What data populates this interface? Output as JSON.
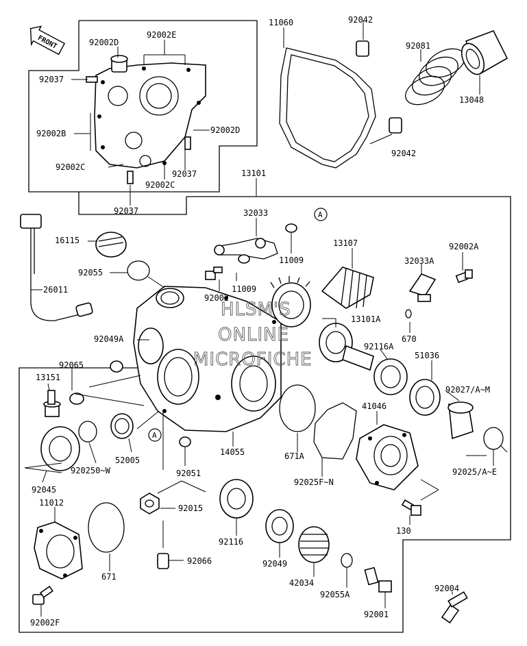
{
  "front_label": "FRONT",
  "ref_marker": "A",
  "watermark": [
    "HLSM'S",
    "ONLINE",
    "MICROFICHE"
  ],
  "labels": [
    {
      "id": "92002D",
      "text": "92002D"
    },
    {
      "id": "92002E",
      "text": "92002E"
    },
    {
      "id": "92037-a",
      "text": "92037"
    },
    {
      "id": "92002B",
      "text": "92002B"
    },
    {
      "id": "92002D-2",
      "text": "92002D"
    },
    {
      "id": "92002C-a",
      "text": "92002C"
    },
    {
      "id": "92037-b",
      "text": "92037"
    },
    {
      "id": "92002C-b",
      "text": "92002C"
    },
    {
      "id": "92037-c",
      "text": "92037"
    },
    {
      "id": "11060",
      "text": "11060"
    },
    {
      "id": "92042-a",
      "text": "92042"
    },
    {
      "id": "92081",
      "text": "92081"
    },
    {
      "id": "13048",
      "text": "13048"
    },
    {
      "id": "92042-b",
      "text": "92042"
    },
    {
      "id": "13101",
      "text": "13101"
    },
    {
      "id": "32033",
      "text": "32033"
    },
    {
      "id": "16115",
      "text": "16115"
    },
    {
      "id": "11009-a",
      "text": "11009"
    },
    {
      "id": "13107",
      "text": "13107"
    },
    {
      "id": "92002A",
      "text": "92002A"
    },
    {
      "id": "92055",
      "text": "92055"
    },
    {
      "id": "11009-b",
      "text": "11009"
    },
    {
      "id": "32033A",
      "text": "32033A"
    },
    {
      "id": "26011",
      "text": "26011"
    },
    {
      "id": "92002",
      "text": "92002"
    },
    {
      "id": "13101A",
      "text": "13101A"
    },
    {
      "id": "670",
      "text": "670"
    },
    {
      "id": "92049A",
      "text": "92049A"
    },
    {
      "id": "92116A",
      "text": "92116A"
    },
    {
      "id": "51036",
      "text": "51036"
    },
    {
      "id": "92065",
      "text": "92065"
    },
    {
      "id": "13151",
      "text": "13151"
    },
    {
      "id": "92027",
      "text": "92027/A~M"
    },
    {
      "id": "41046",
      "text": "41046"
    },
    {
      "id": "52005",
      "text": "52005"
    },
    {
      "id": "14055",
      "text": "14055"
    },
    {
      "id": "671A",
      "text": "671A"
    },
    {
      "id": "92025-w",
      "text": "920250~W"
    },
    {
      "id": "92025-e",
      "text": "92025/A~E"
    },
    {
      "id": "92045",
      "text": "92045"
    },
    {
      "id": "92051",
      "text": "92051"
    },
    {
      "id": "92025-n",
      "text": "92025F~N"
    },
    {
      "id": "11012",
      "text": "11012"
    },
    {
      "id": "92015",
      "text": "92015"
    },
    {
      "id": "130",
      "text": "130"
    },
    {
      "id": "92116",
      "text": "92116"
    },
    {
      "id": "671",
      "text": "671"
    },
    {
      "id": "92066",
      "text": "92066"
    },
    {
      "id": "92049",
      "text": "92049"
    },
    {
      "id": "42034",
      "text": "42034"
    },
    {
      "id": "92055A",
      "text": "92055A"
    },
    {
      "id": "92004",
      "text": "92004"
    },
    {
      "id": "92002F",
      "text": "92002F"
    },
    {
      "id": "92001",
      "text": "92001"
    }
  ]
}
